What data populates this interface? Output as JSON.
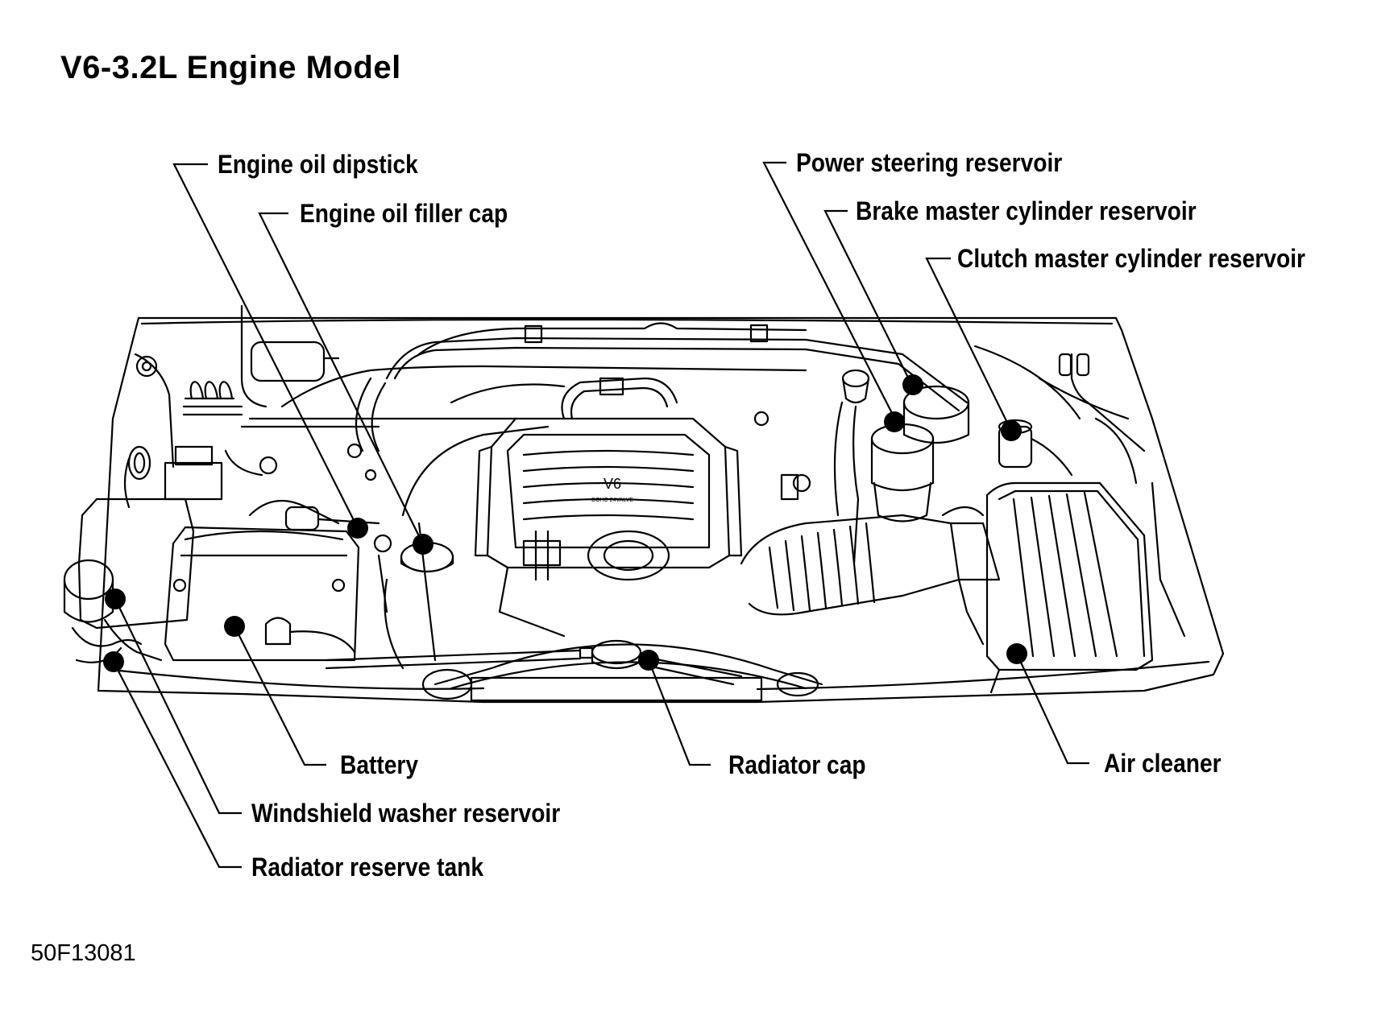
{
  "title": "V6-3.2L Engine Model",
  "figure_code": "50F13081",
  "engine_badge": {
    "main": "V6",
    "sub": "DOHC 24VALVE"
  },
  "labels": {
    "engine_oil_dipstick": "Engine oil dipstick",
    "engine_oil_filler_cap": "Engine oil filler cap",
    "power_steering_reservoir": "Power steering reservoir",
    "brake_master_cylinder_reservoir": "Brake master cylinder reservoir",
    "clutch_master_cylinder_reservoir": "Clutch master cylinder reservoir",
    "battery": "Battery",
    "radiator_cap": "Radiator cap",
    "air_cleaner": "Air cleaner",
    "windshield_washer_reservoir": "Windshield washer reservoir",
    "radiator_reserve_tank": "Radiator reserve tank"
  }
}
